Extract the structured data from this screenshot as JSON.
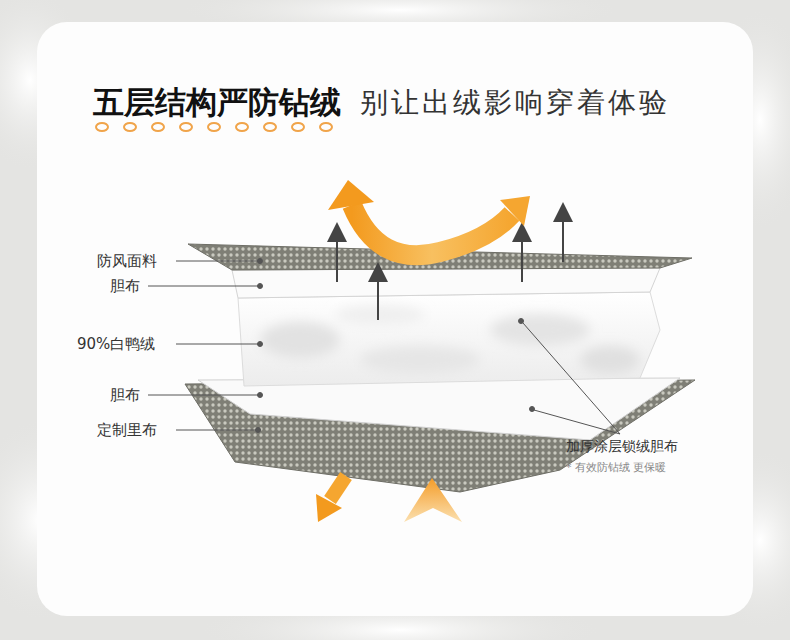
{
  "diagram": {
    "title": "五层结构严防钻绒",
    "labels": [
      "别让出绒影响穿着体验",
      "防风面料",
      "胆布",
      "90%白鸭绒",
      "胆布",
      "定制里布",
      "加厚涂层锁绒胆布",
      "* 有效防钻绒 更保暖"
    ]
  }
}
